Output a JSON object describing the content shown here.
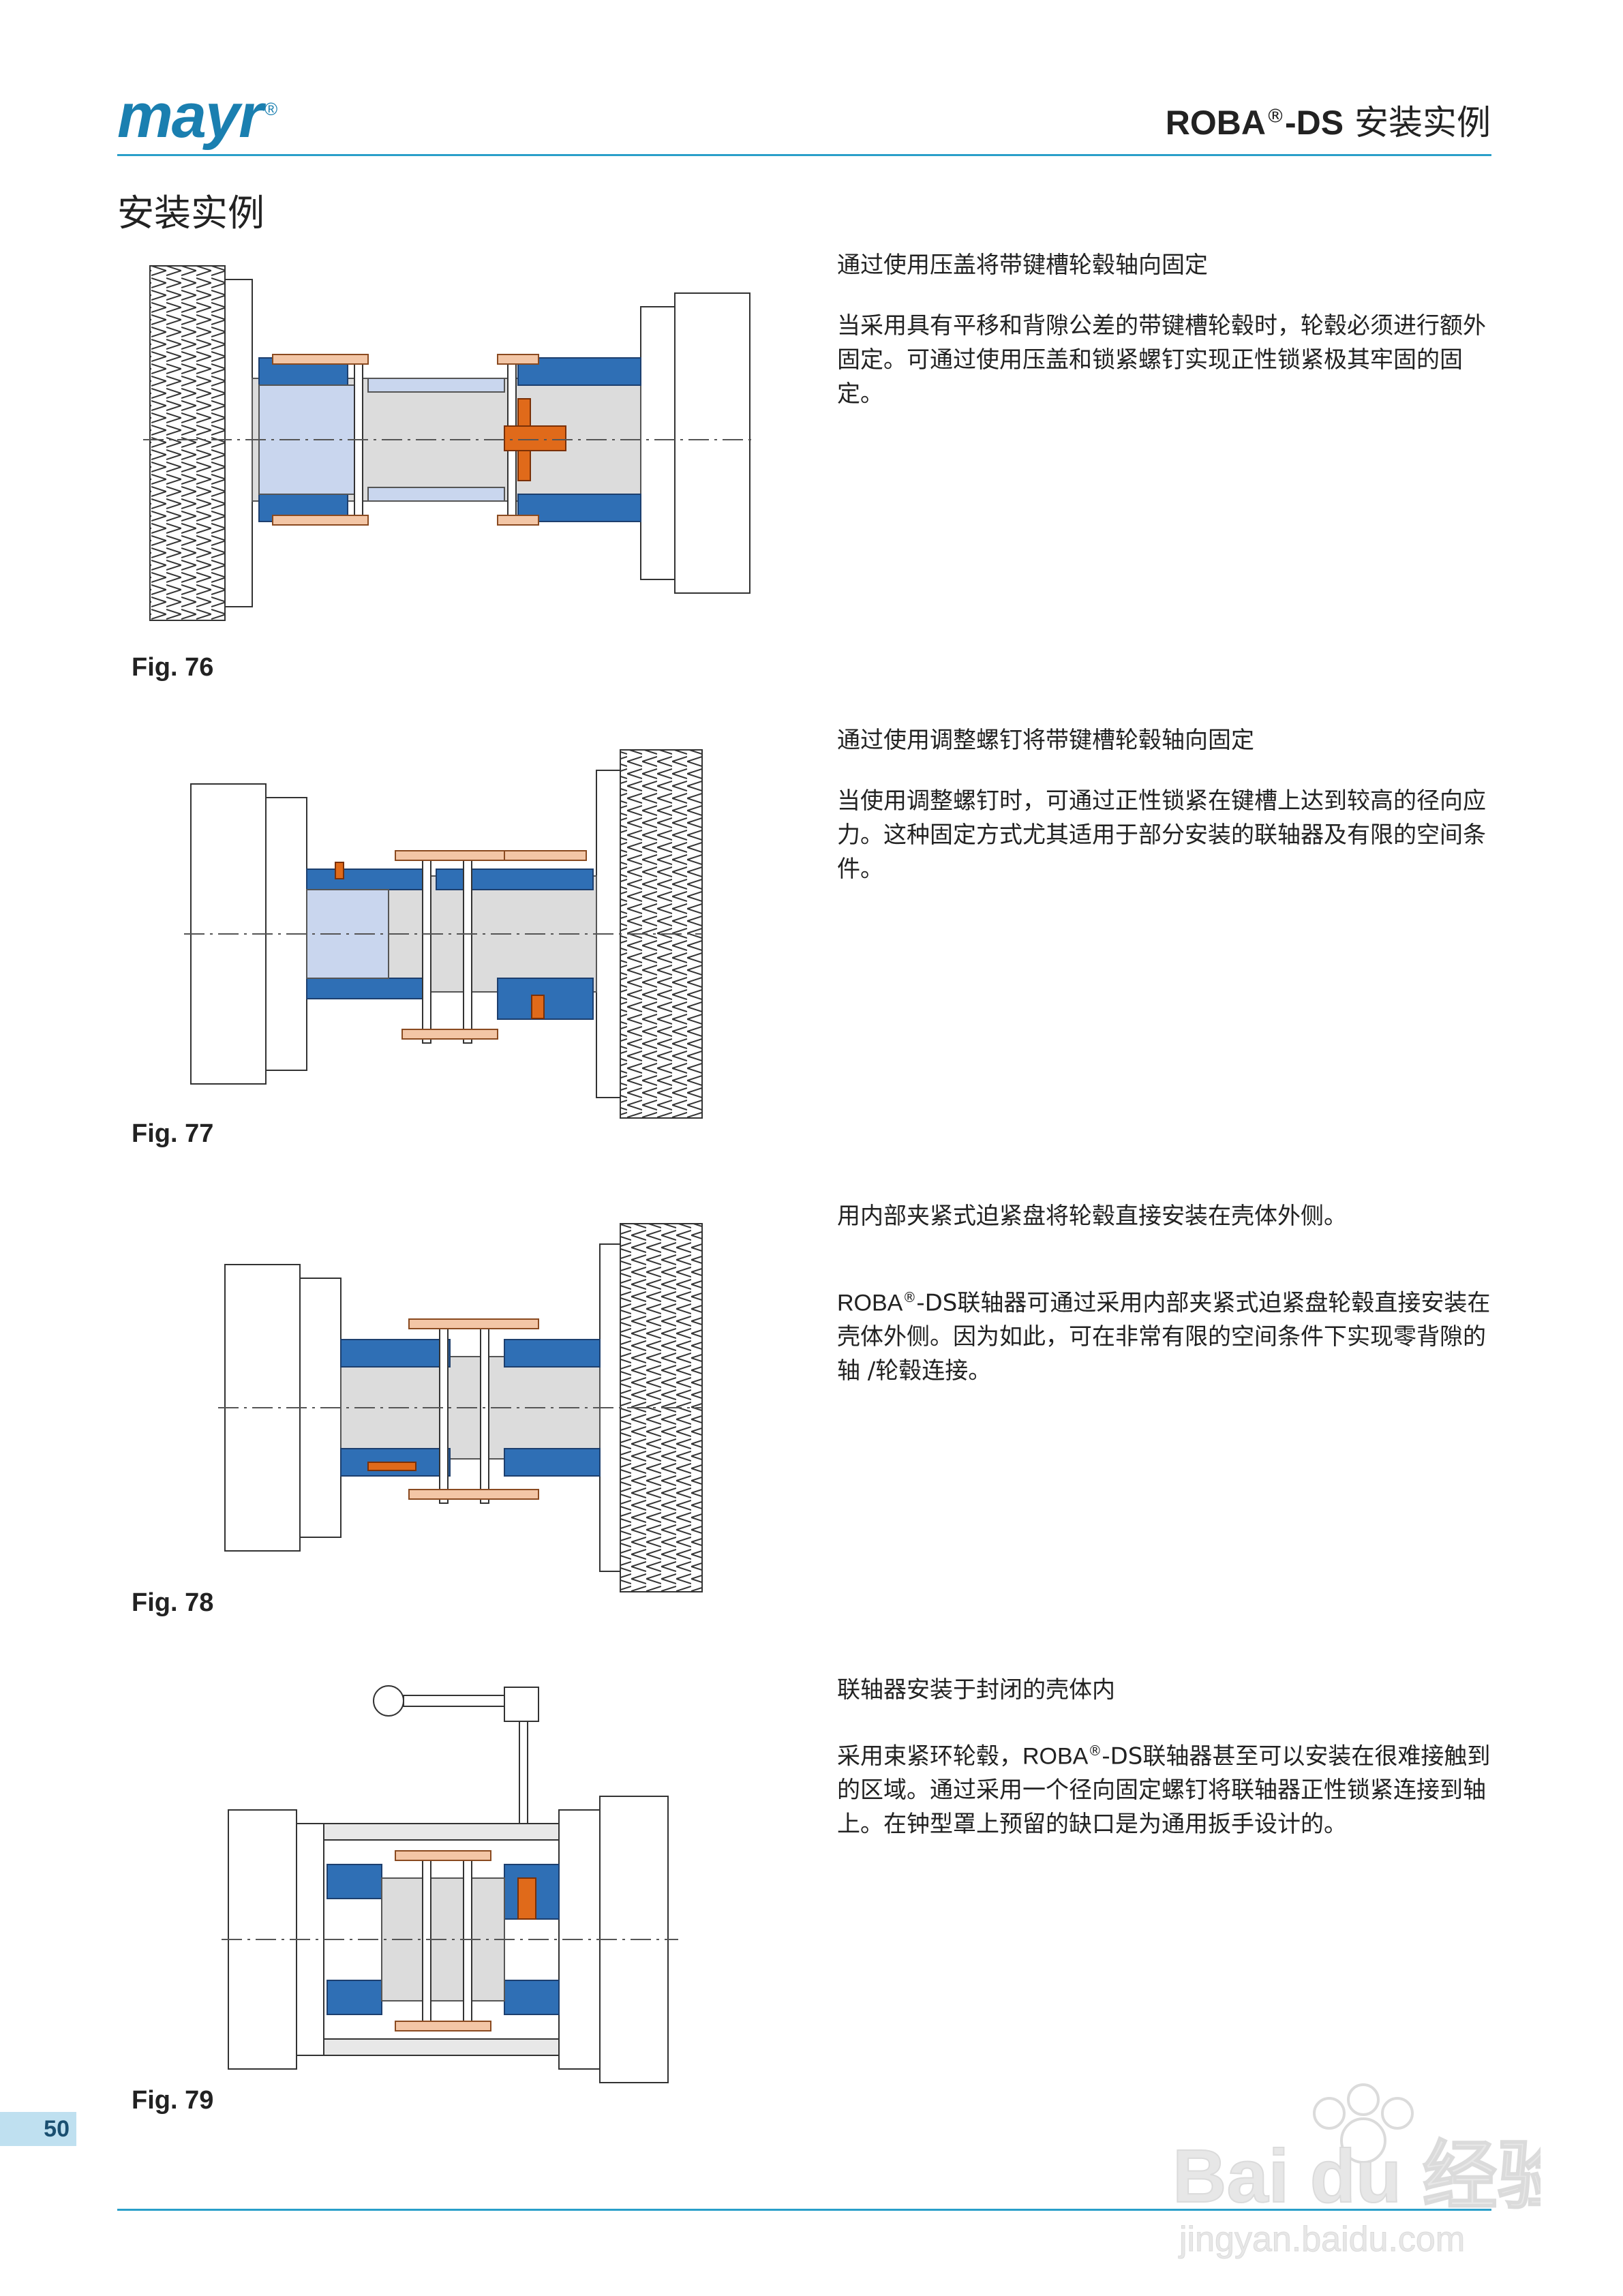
{
  "header": {
    "logo": "mayr",
    "logo_mark": "®",
    "title_brand": "ROBA",
    "title_reg": "®",
    "title_suffix": "-DS",
    "title_text": " 安装实例"
  },
  "page_heading": "安装实例",
  "sections": [
    {
      "figure": "Fig. 76",
      "title": "通过使用压盖将带键槽轮毂轴向固定",
      "body": "当采用具有平移和背隙公差的带键槽轮毂时，轮毂必须进行额外固定。可通过使用压盖和锁紧螺钉实现正性锁紧极其牢固的固定。"
    },
    {
      "figure": "Fig. 77",
      "title": "通过使用调整螺钉将带键槽轮毂轴向固定",
      "body": "当使用调整螺钉时，可通过正性锁紧在键槽上达到较高的径向应力。这种固定方式尤其适用于部分安装的联轴器及有限的空间条件。"
    },
    {
      "figure": "Fig. 78",
      "title": "用内部夹紧式迫紧盘将轮毂直接安装在壳体外侧。",
      "body_prefix": "ROBA",
      "body_reg": "®",
      "body_rest": "-DS联轴器可通过采用内部夹紧式迫紧盘轮毂直接安装在壳体外侧。因为如此，可在非常有限的空间条件下实现零背隙的轴 /轮毂连接。"
    },
    {
      "figure": "Fig. 79",
      "title": "联轴器安装于封闭的壳体内",
      "body_prefix": "采用束紧环轮毂，",
      "body_brand": "ROBA",
      "body_reg": "®",
      "body_rest": "-DS联轴器甚至可以安装在很难接触到的区域。通过采用一个径向固定螺钉将联轴器正性锁紧连接到轴上。在钟型罩上预留的缺口是为通用扳手设计的。"
    }
  ],
  "page_number": "50",
  "watermark": {
    "brand": "Bai du 经验",
    "url": "jingyan.baidu.com"
  },
  "colors": {
    "accent": "#2a9fc9",
    "hub_blue": "#2f6fb5",
    "light_blue": "#c9d6ee",
    "shaft_gray": "#dcdcdc",
    "bolt_orange": "#e06a1a",
    "bolt_peach": "#f3c6a6"
  }
}
